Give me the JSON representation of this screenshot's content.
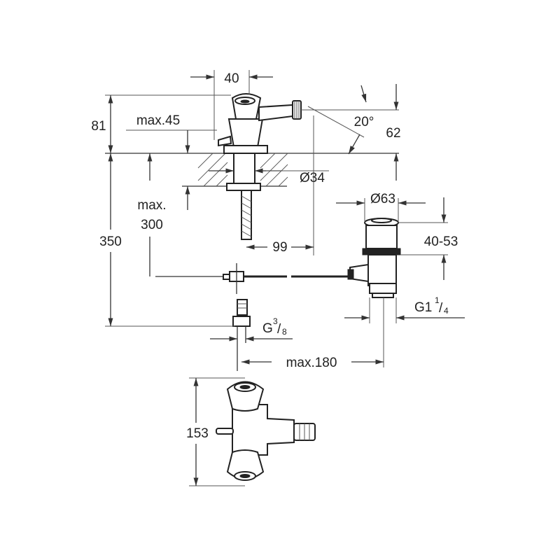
{
  "dimensions": {
    "width_40": "40",
    "height_81": "81",
    "max_45": "max.45",
    "angle_20": "20°",
    "height_62": "62",
    "dia_34": "Ø34",
    "dia_63": "Ø63",
    "max_300_line1": "max.",
    "max_300_line2": "300",
    "height_350": "350",
    "width_99": "99",
    "range_40_53": "40-53",
    "thread_g38_base": "G",
    "thread_g38_num": "3",
    "thread_g38_den": "8",
    "thread_g114_base": "G1",
    "thread_g114_num": "1",
    "thread_g114_den": "4",
    "max_180": "max.180",
    "width_153": "153"
  },
  "colors": {
    "line": "#333333",
    "text": "#222222",
    "background": "#ffffff"
  }
}
